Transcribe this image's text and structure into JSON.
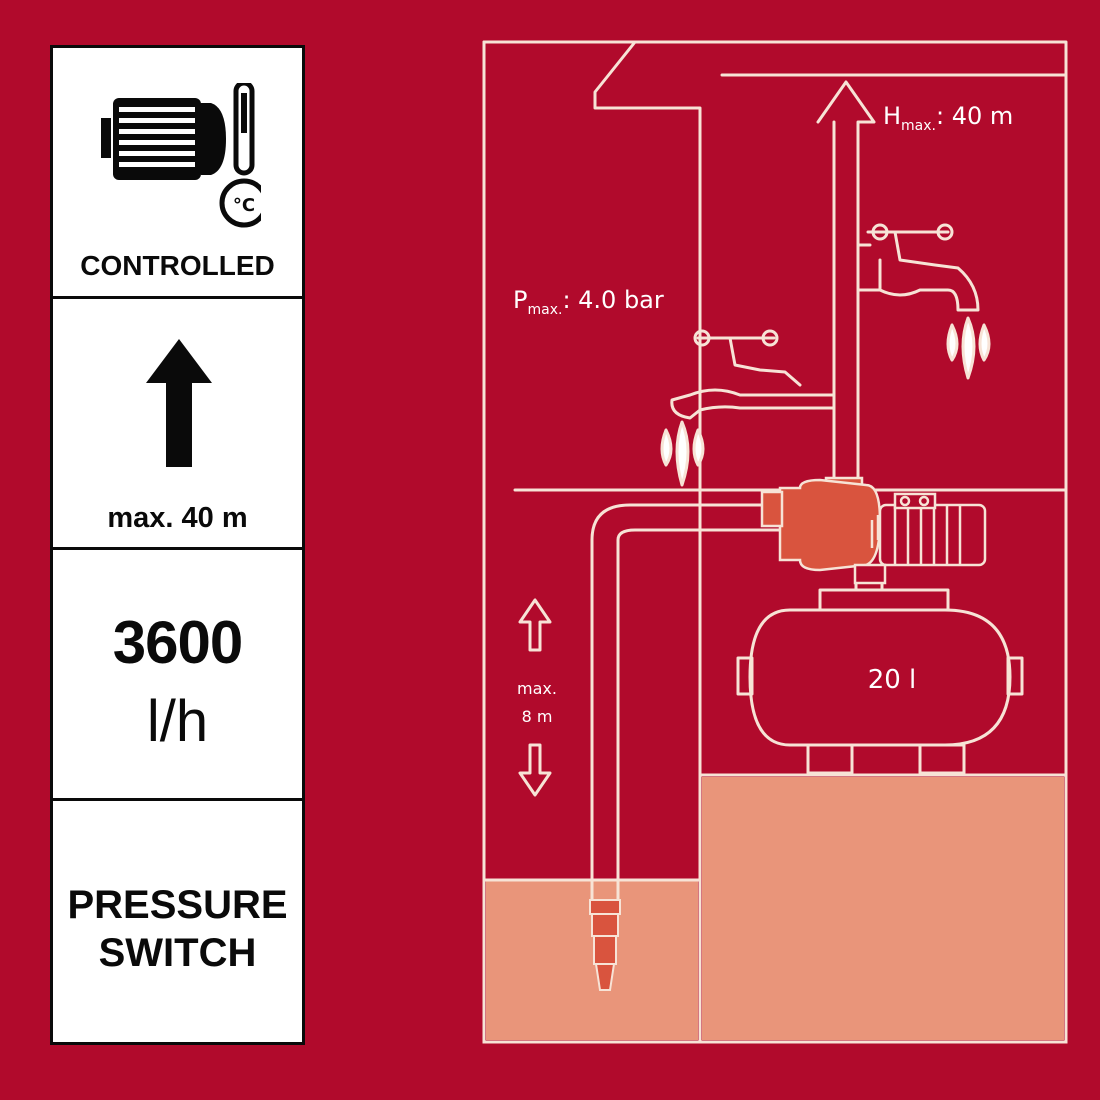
{
  "features": [
    {
      "label": "CONTROLLED",
      "icon": "motor-thermometer-icon"
    },
    {
      "label": "max. 40 m",
      "icon": "up-arrow-icon"
    },
    {
      "value": "3600",
      "unit": "l/h"
    },
    {
      "label_line1": "PRESSURE",
      "label_line2": "SWITCH"
    }
  ],
  "diagram": {
    "h_max_prefix": "H",
    "h_max_sub": "max.",
    "h_max_value": ": 40 m",
    "p_max_prefix": "P",
    "p_max_sub": "max.",
    "p_max_value": ": 4.0 bar",
    "suction_line1": "max.",
    "suction_line2": "8 m",
    "tank_label": "20 l"
  },
  "colors": {
    "background": "#b10a2c",
    "water": "#e9957a",
    "pump": "#d9543e",
    "line": "#f7e3d6"
  }
}
